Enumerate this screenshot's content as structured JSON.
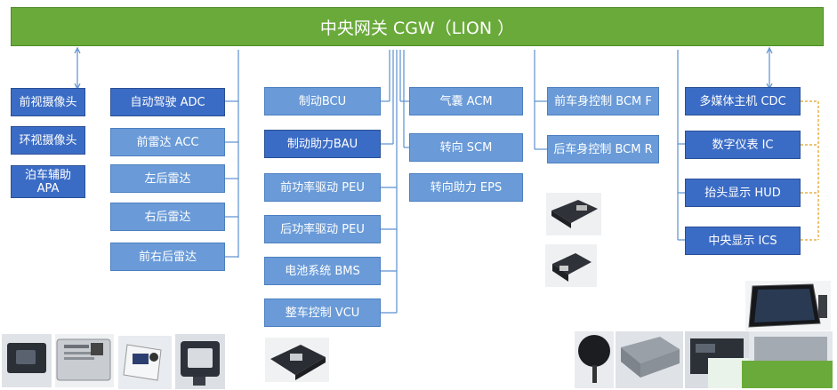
{
  "gateway": {
    "label": "中央网关 CGW（LION ）"
  },
  "colors": {
    "gateway": "#6aaa3a",
    "ecu_dark": "#3b6cc5",
    "ecu_light": "#6a9bd8",
    "link": "#5b8fd0",
    "dashed": "#e0a020"
  },
  "camera_group": {
    "front_camera": "前视摄像头",
    "surround_camera": "环视摄像头",
    "parking_assist": "泊车辅助\nAPA"
  },
  "adas_group": {
    "adc": "自动驾驶 ADC",
    "acc": "前雷达 ACC",
    "rear_left_radar": "左后雷达",
    "rear_right_radar": "右后雷达",
    "front_right_rear_radar": "前右后雷达"
  },
  "powertrain_group": {
    "bcu": "制动BCU",
    "bau": "制动助力BAU",
    "front_peu": "前功率驱动 PEU",
    "rear_peu": "后功率驱动 PEU",
    "bms": "电池系统 BMS",
    "vcu": "整车控制 VCU"
  },
  "chassis_group": {
    "acm": "气囊 ACM",
    "scm": "转向 SCM",
    "eps": "转向助力 EPS"
  },
  "body_group": {
    "bcm_front": "前车身控制 BCM F",
    "bcm_rear": "后车身控制 BCM R"
  },
  "infotainment_group": {
    "cdc": "多媒体主机 CDC",
    "ic": "数字仪表 IC",
    "hud": "抬头显示 HUD",
    "ics": "中央显示 ICS"
  }
}
